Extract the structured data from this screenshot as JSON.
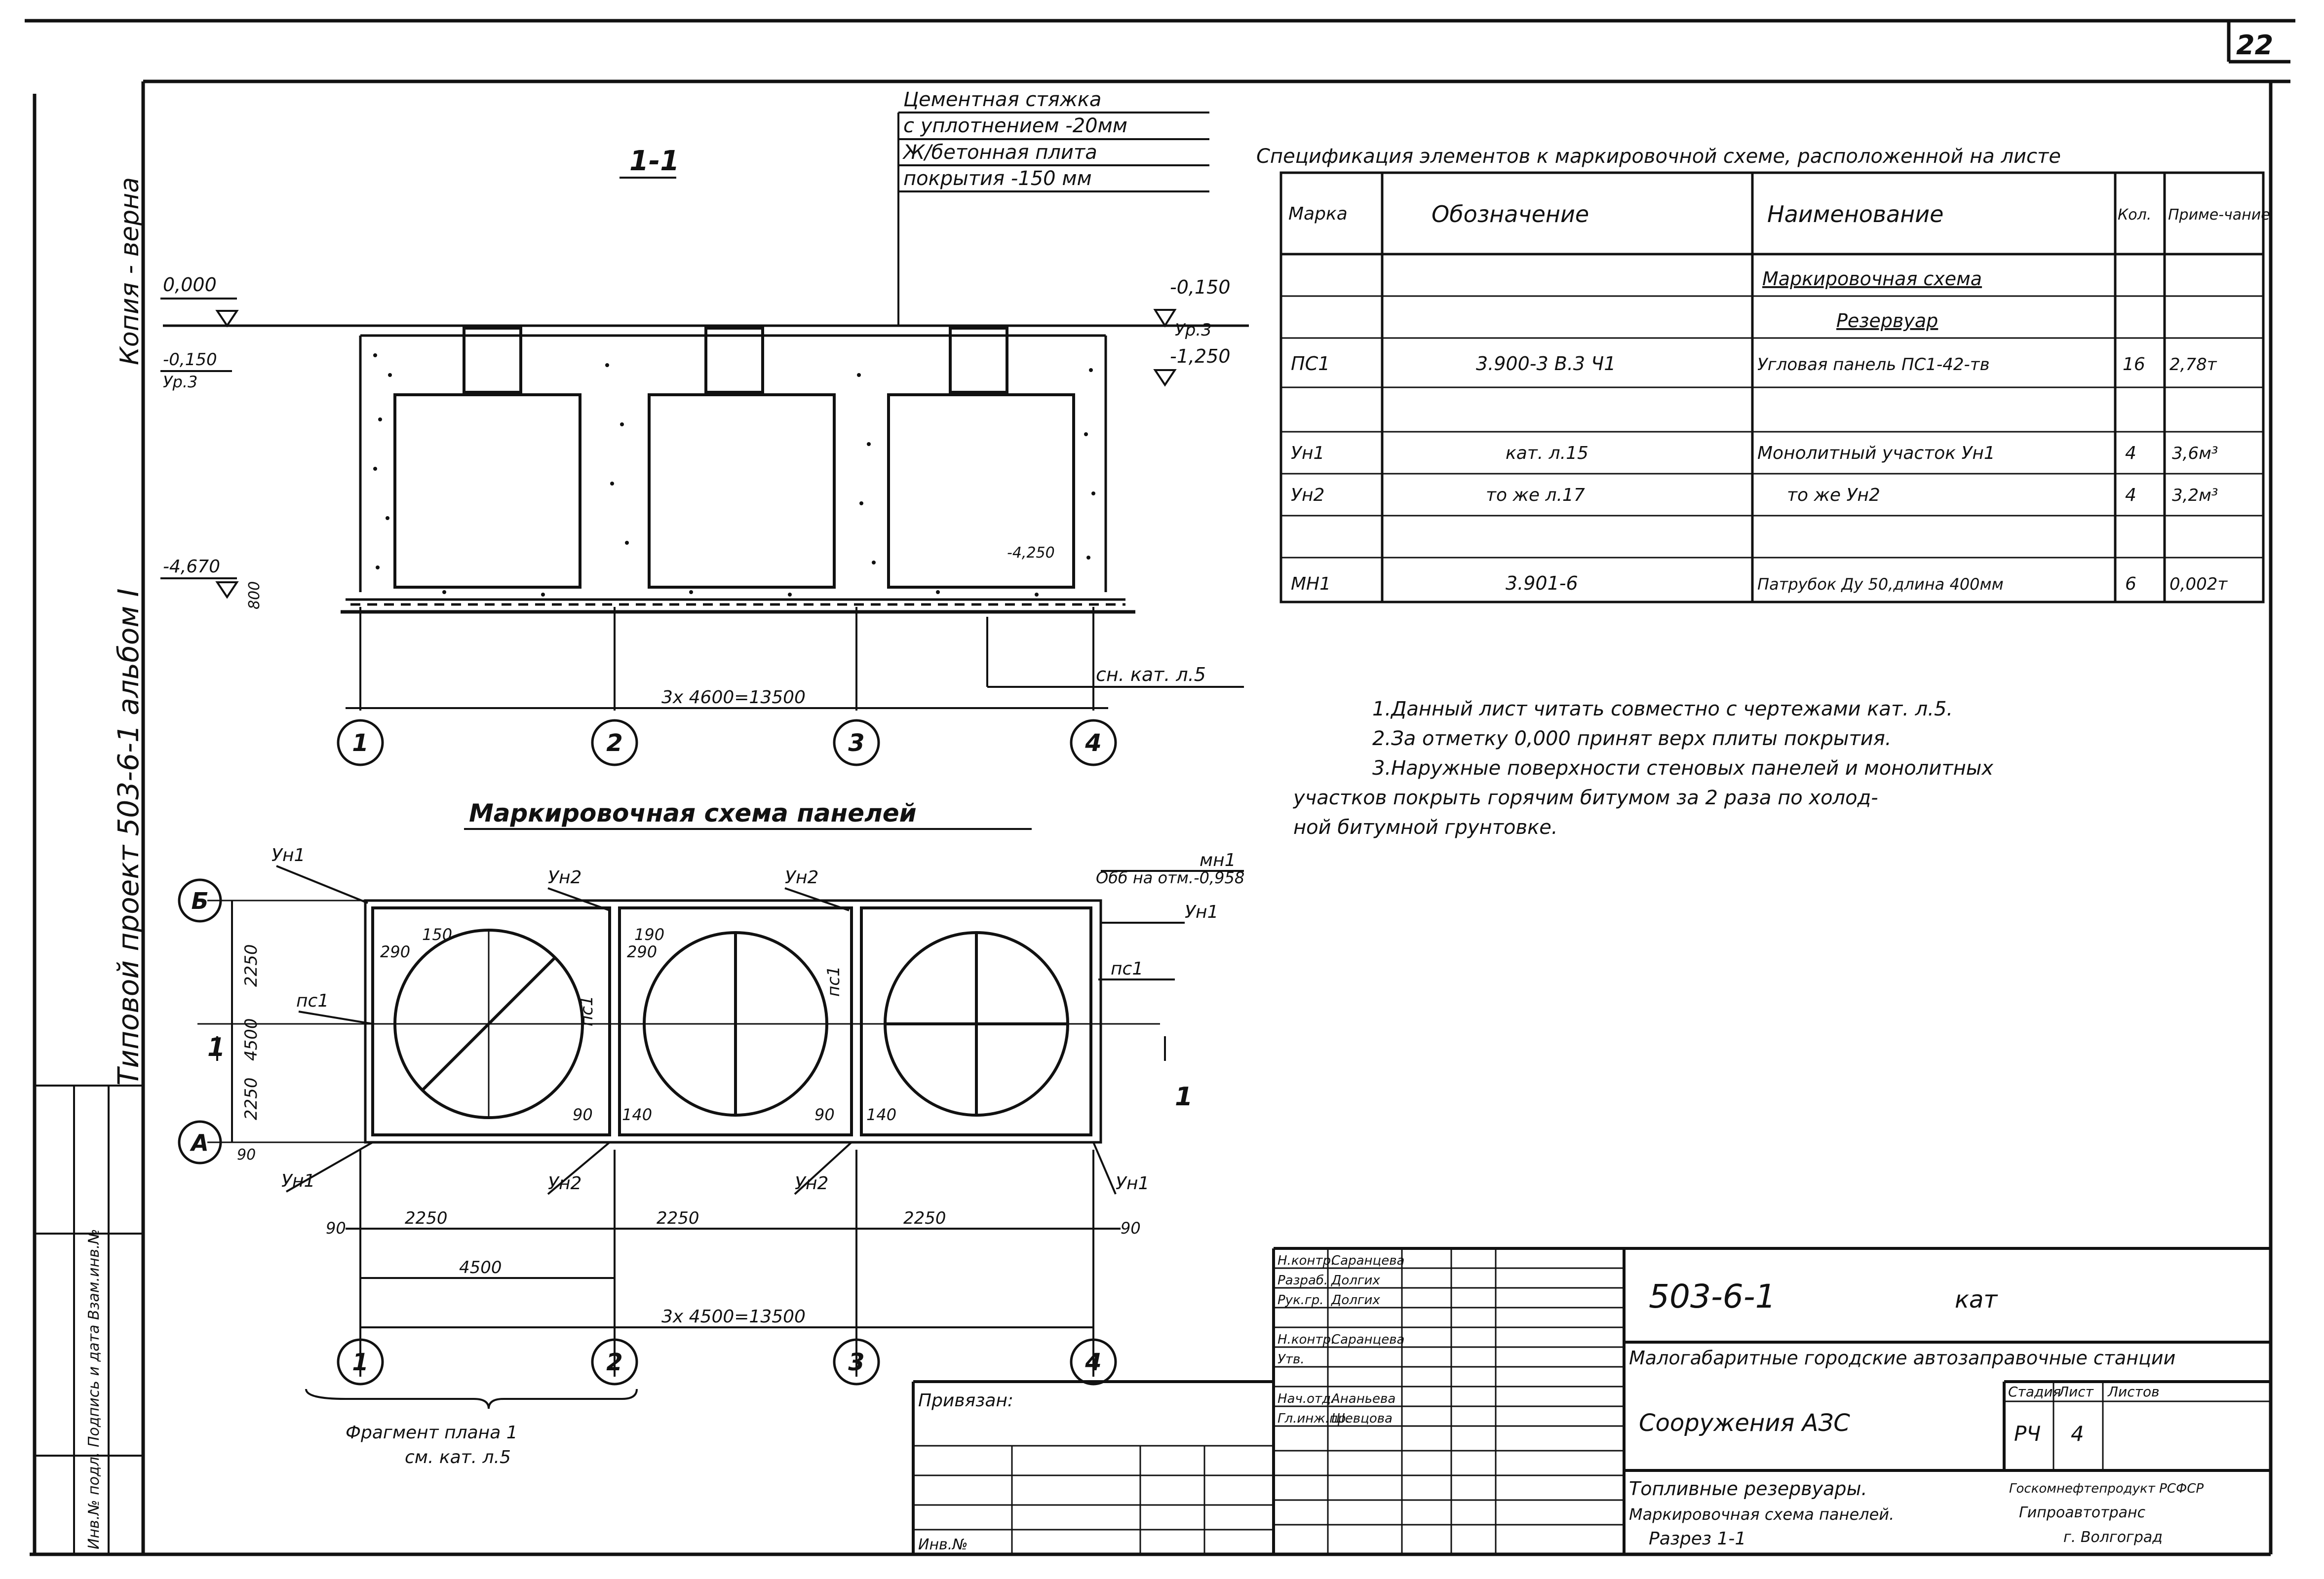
{
  "sheet": {
    "number": "22"
  },
  "side_labels": {
    "copy": "Копия - верна",
    "project": "Типовой проект 503-6-1 альбом I",
    "inventory": "Инв.№ подл. Подпись и дата Взам.инв.№"
  },
  "section": {
    "title": "1-1",
    "layers": [
      "Цементная стяжка",
      "с уплотнением -20мм",
      "Ж/бетонная плита",
      "покрытия -150 мм"
    ],
    "elevations": {
      "zero": "0,000",
      "left_low": "-0,150",
      "left_low_ref": "Ур.3",
      "right_top": "-0,150",
      "right_ref": "Ур.3",
      "right_low": "-1,250",
      "bottom": "-4,670",
      "mid": "-4,250",
      "base_dim": "800"
    },
    "pipe_ref": "сн. кат. л.5",
    "span_dim": "3х 4600=13500",
    "axes": [
      "1",
      "2",
      "3",
      "4"
    ]
  },
  "plan": {
    "title": "Маркировочная схема панелей",
    "labels": {
      "yn1_tl": "Ун1",
      "yn2_t1": "Ун2",
      "yn2_t2": "Ун2",
      "mn1": "мн1",
      "mn1_ref": "Обб на отм.-0,958",
      "yn1_tr": "Ун1",
      "nc1_a": "пс1",
      "nc1_b": "пс1",
      "nc1_c": "пс1",
      "nc1_d": "пс1",
      "yn1_bl": "Ун1",
      "yn2_b1": "Ун2",
      "yn2_b2": "Ун2",
      "yn1_br": "Ун1",
      "cut1": "1",
      "cut2": "1"
    },
    "small_dims": {
      "d150": "150",
      "d190a": "190",
      "d290a": "290",
      "d290b": "290",
      "d90a": "90",
      "d140a": "140",
      "d90b": "90",
      "d140b": "140",
      "d90c": "90",
      "d90d": "90",
      "d90e": "90"
    },
    "vertical_dims": [
      "2250",
      "4500",
      "2250"
    ],
    "bottom_dims": [
      "2250",
      "2250",
      "2250"
    ],
    "overall_dim": "4500",
    "total_dim": "3х 4500=13500",
    "axes_x": [
      "1",
      "2",
      "3",
      "4"
    ],
    "axes_y": [
      "Б",
      "А"
    ],
    "fragment": [
      "Фрагмент плана 1",
      "см. кат. л.5"
    ]
  },
  "specification": {
    "title": "Спецификация элементов к маркировочной схеме, расположенной на листе",
    "headers": [
      "Марка",
      "Обозначение",
      "Наименование",
      "Кол.",
      "Приме-чание"
    ],
    "rows": [
      {
        "mark": "",
        "designation": "",
        "name": "Маркировочная схема",
        "qty": "",
        "note": ""
      },
      {
        "mark": "",
        "designation": "",
        "name": "Резервуар",
        "qty": "",
        "note": ""
      },
      {
        "mark": "ПС1",
        "designation": "3.900-3 В.3 Ч1",
        "name": "Угловая панель ПС1-42-тв",
        "qty": "16",
        "note": "2,78т"
      },
      {
        "mark": "",
        "designation": "",
        "name": "",
        "qty": "",
        "note": ""
      },
      {
        "mark": "Ун1",
        "designation": "кат. л.15",
        "name": "Монолитный участок Ун1",
        "qty": "4",
        "note": "3,6м³"
      },
      {
        "mark": "Ун2",
        "designation": "то же л.17",
        "name": "то же Ун2",
        "qty": "4",
        "note": "3,2м³"
      },
      {
        "mark": "",
        "designation": "",
        "name": "",
        "qty": "",
        "note": ""
      },
      {
        "mark": "МН1",
        "designation": "3.901-6",
        "name": "Патрубок Ду 50,длина 400мм",
        "qty": "6",
        "note": "0,002т"
      }
    ]
  },
  "notes": [
    "1.Данный лист читать совместно с чертежами кат. л.5.",
    "2.За отметку 0,000 принят верх плиты покрытия.",
    "3.Наружные поверхности стеновых панелей и монолитных",
    "участков покрыть горячим битумом за 2 раза по холод-",
    "ной битумной грунтовке."
  ],
  "title_block": {
    "code": "503-6-1",
    "suffix": "кат",
    "roles": [
      "Н.контр.",
      "Разраб.",
      "Рук.гр.",
      "Н.контр.",
      "Утв.",
      "Нач.отд.",
      "Гл.инж.пр."
    ],
    "names": [
      "Саранцева",
      "Долгих",
      "Долгих",
      "Саранцева",
      "",
      "Ананьева",
      "Шевцова"
    ],
    "project_name": "Малогабаритные городские автозаправочные станции",
    "building": "Сооружения АЗС",
    "stage_label": "Стадия",
    "sheet_label": "Лист",
    "sheets_label": "Листов",
    "stage": "РЧ",
    "sheet": "4",
    "sheets": "",
    "drawing_title": [
      "Топливные резервуары.",
      "Маркировочная схема панелей.",
      "Разрез 1-1"
    ],
    "org": [
      "Госкомнефтепродукт РСФСР",
      "Гипроавтотранс",
      "г. Волгоград"
    ],
    "attached": "Привязан:",
    "inv": "Инв.№"
  }
}
